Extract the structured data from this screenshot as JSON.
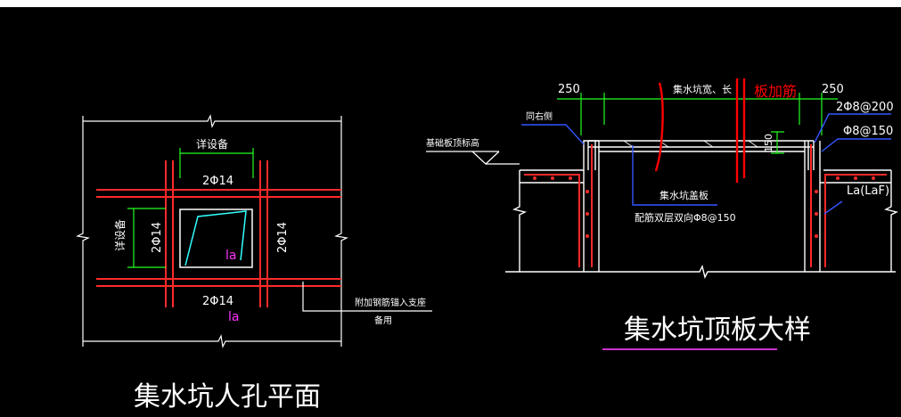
{
  "colors": {
    "background": "#000000",
    "white": "#ffffff",
    "rebar": "#ff2a2a",
    "dimension": "#22ff22",
    "concrete": "#ffffff",
    "magenta": "#ff33ff",
    "cyan": "#33ffff",
    "blue": "#3355ff",
    "annotation_red": "#ff0000",
    "underline": "#cc33cc"
  },
  "left": {
    "title": "集水坑人孔平面",
    "dim_top": "详设备",
    "dim_left": "详设备",
    "rebar_top": "2Φ14",
    "rebar_bottom": "2Φ14",
    "rebar_left": "2Φ14",
    "rebar_right": "2Φ14",
    "la_inner": "la",
    "la_below": "la",
    "note_line1": "附加钢筋锚入支座",
    "note_line2": "备用"
  },
  "right": {
    "title": "集水坑顶板大样",
    "dim_left": "250",
    "dim_middle": "集水坑宽、长",
    "dim_right": "250",
    "annotation": "板加筋",
    "label_side_wall": "同右侧",
    "label_top_rebar": "2Φ8@200",
    "label_mesh": "Φ8@150",
    "label_slab_top": "基础板顶标高",
    "label_pit_cover": "集水坑盖板",
    "label_pit_cover_rebar": "配筋双层双向Φ8@150",
    "label_la": "La(LaF)",
    "dim_vertical": "150"
  }
}
